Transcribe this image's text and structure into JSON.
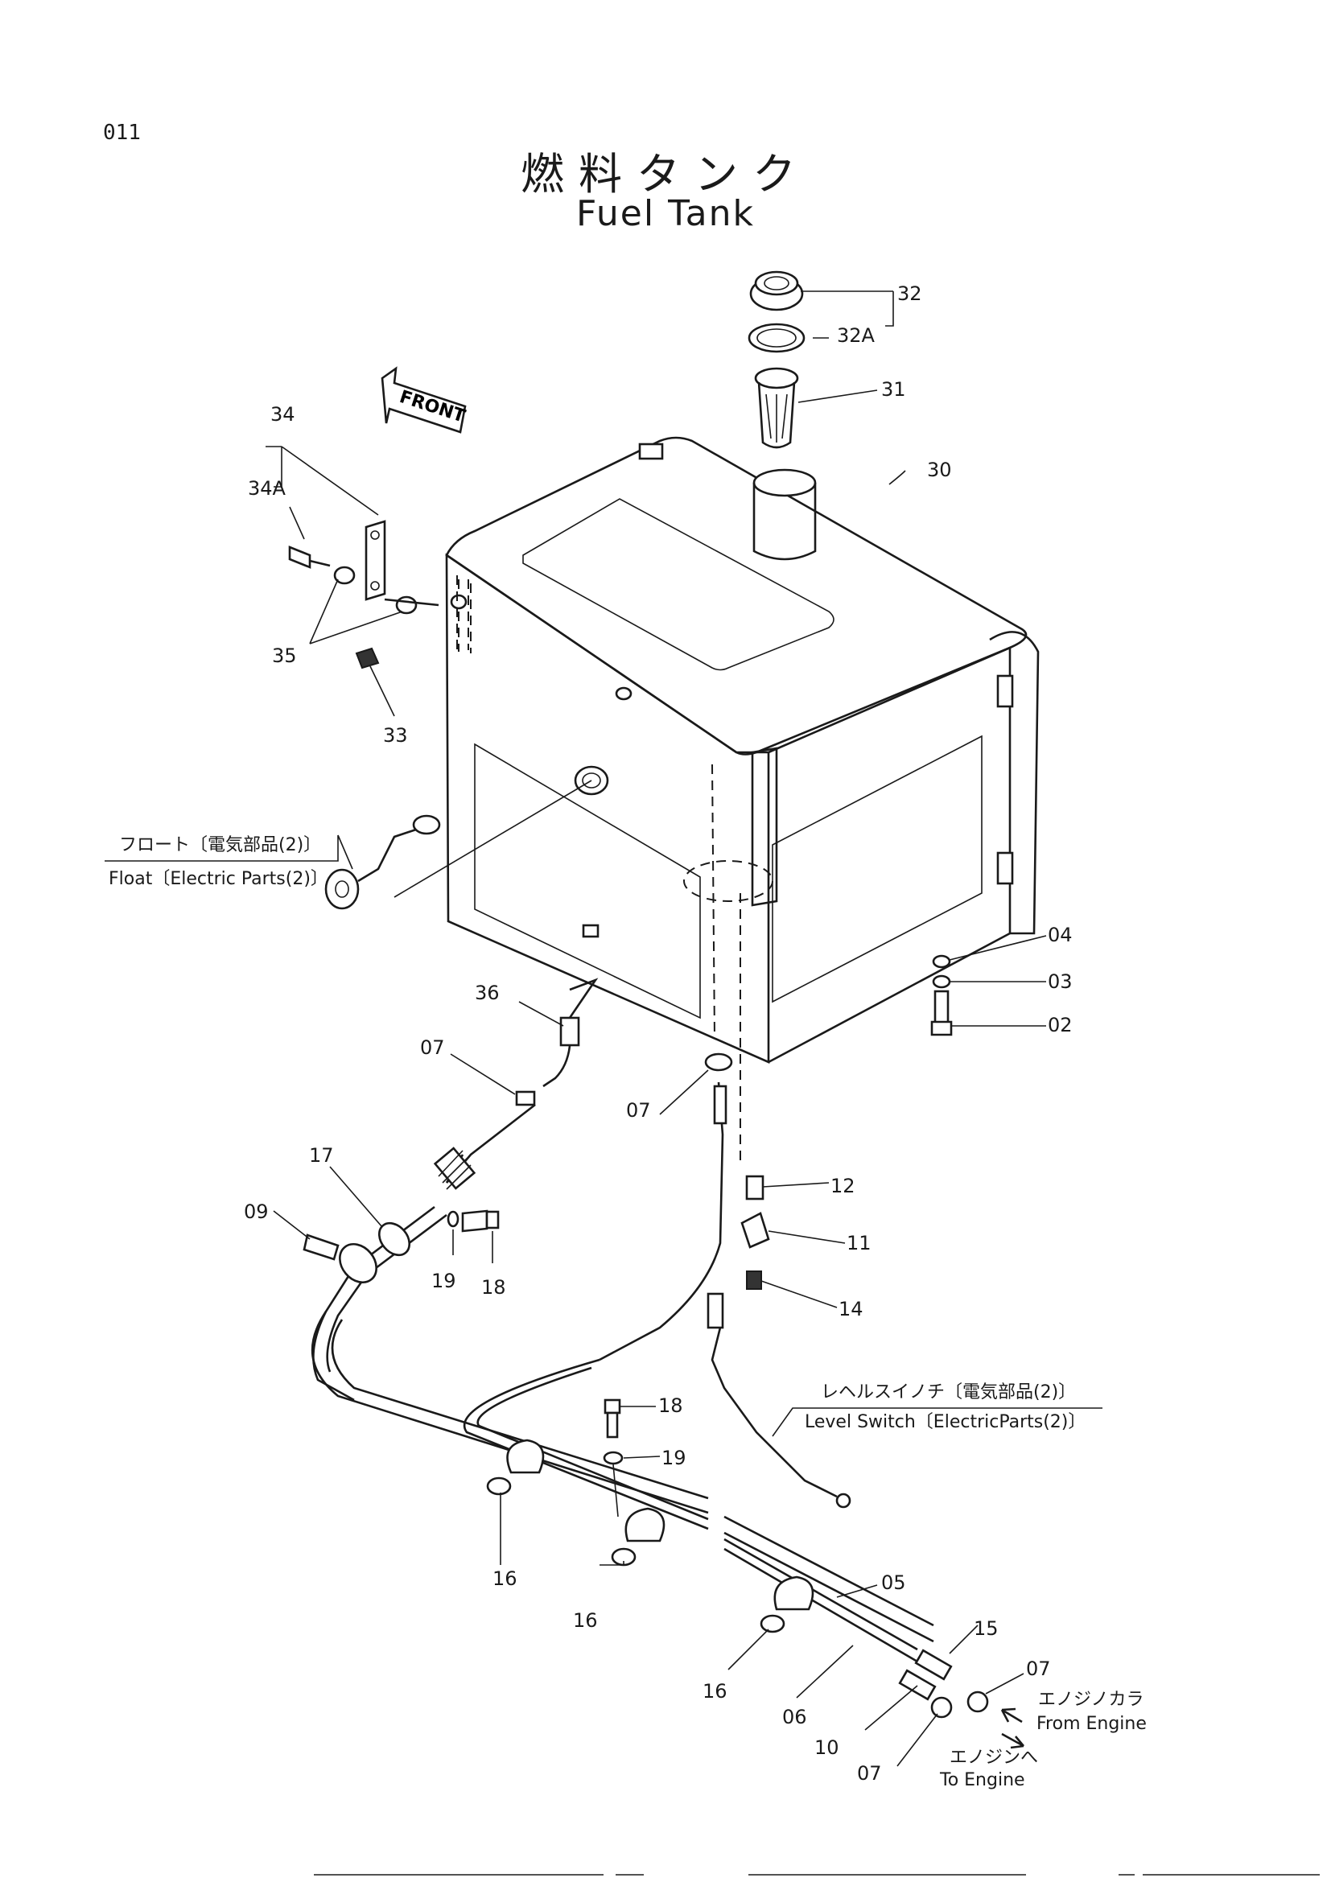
{
  "page_number": "011",
  "title_jp": "燃料タンク",
  "title_en": "Fuel Tank",
  "front_arrow_label": "FRONT",
  "part_labels": [
    "32",
    "32A",
    "31",
    "30",
    "34",
    "34A",
    "35",
    "33",
    "04",
    "03",
    "02",
    "36",
    "07",
    "07",
    "17",
    "09",
    "19",
    "18",
    "12",
    "11",
    "14",
    "18",
    "19",
    "16",
    "16",
    "16",
    "05",
    "15",
    "07",
    "06",
    "10",
    "07"
  ],
  "notes": {
    "float_jp": "フロート〔電気部品(2)〕",
    "float_en": "Float〔Electric Parts(2)〕",
    "level_switch_jp": "レヘルスイノチ〔電気部品(2)〕",
    "level_switch_en": "Level Switch〔ElectricParts(2)〕",
    "from_engine_jp": "エノジノカラ",
    "from_engine_en": "From Engine",
    "to_engine_jp": "エノジンへ",
    "to_engine_en": "To Engine"
  }
}
